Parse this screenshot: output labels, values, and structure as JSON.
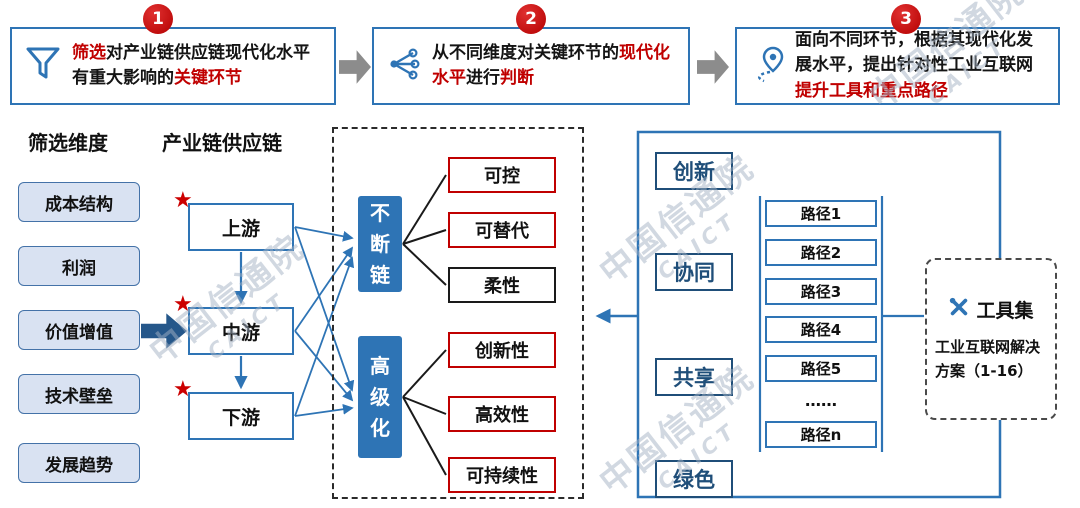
{
  "colors": {
    "primary_blue": "#2E74B5",
    "dark_blue": "#1F4E79",
    "accent_red": "#C00000",
    "panel_fill": "#D9E2F2",
    "arrow_gray": "#8C8C8C"
  },
  "watermark": {
    "cn": "中国信通院",
    "en": "CAICT"
  },
  "steps": {
    "step1": {
      "number": "1",
      "red_a": "筛选",
      "plain_a": "对产业链供应链现代化水平有重大影响的",
      "red_b": "关键环节"
    },
    "step2": {
      "number": "2",
      "plain_a": "从不同维度对关键环节的",
      "red_a": "现代化水平",
      "plain_b": "进行",
      "red_b": "判断"
    },
    "step3": {
      "number": "3",
      "plain_a": "面向不同环节，根据其现代化发展水平，提出针对性工业互联网",
      "red_a": "提升工具和重点路径"
    }
  },
  "filter_panel": {
    "title": "筛选维度",
    "items": [
      "成本结构",
      "利润",
      "价值增值",
      "技术壁垒",
      "发展趋势"
    ]
  },
  "chain_panel": {
    "title": "产业链供应链",
    "star": "★",
    "items": [
      "上游",
      "中游",
      "下游"
    ]
  },
  "evaluation": {
    "categories": [
      {
        "label": "不断链",
        "items": [
          "可控",
          "可替代",
          "柔性"
        ]
      },
      {
        "label": "高级化",
        "items": [
          "创新性",
          "高效性",
          "可持续性"
        ]
      }
    ]
  },
  "outcome": {
    "principles": [
      "创新",
      "协同",
      "共享",
      "绿色"
    ],
    "paths": [
      "路径1",
      "路径2",
      "路径3",
      "路径4",
      "路径5",
      "……",
      "路径n"
    ],
    "toolkit": {
      "title": "工具集",
      "description": "工业互联网解决方案（1-16）"
    }
  }
}
